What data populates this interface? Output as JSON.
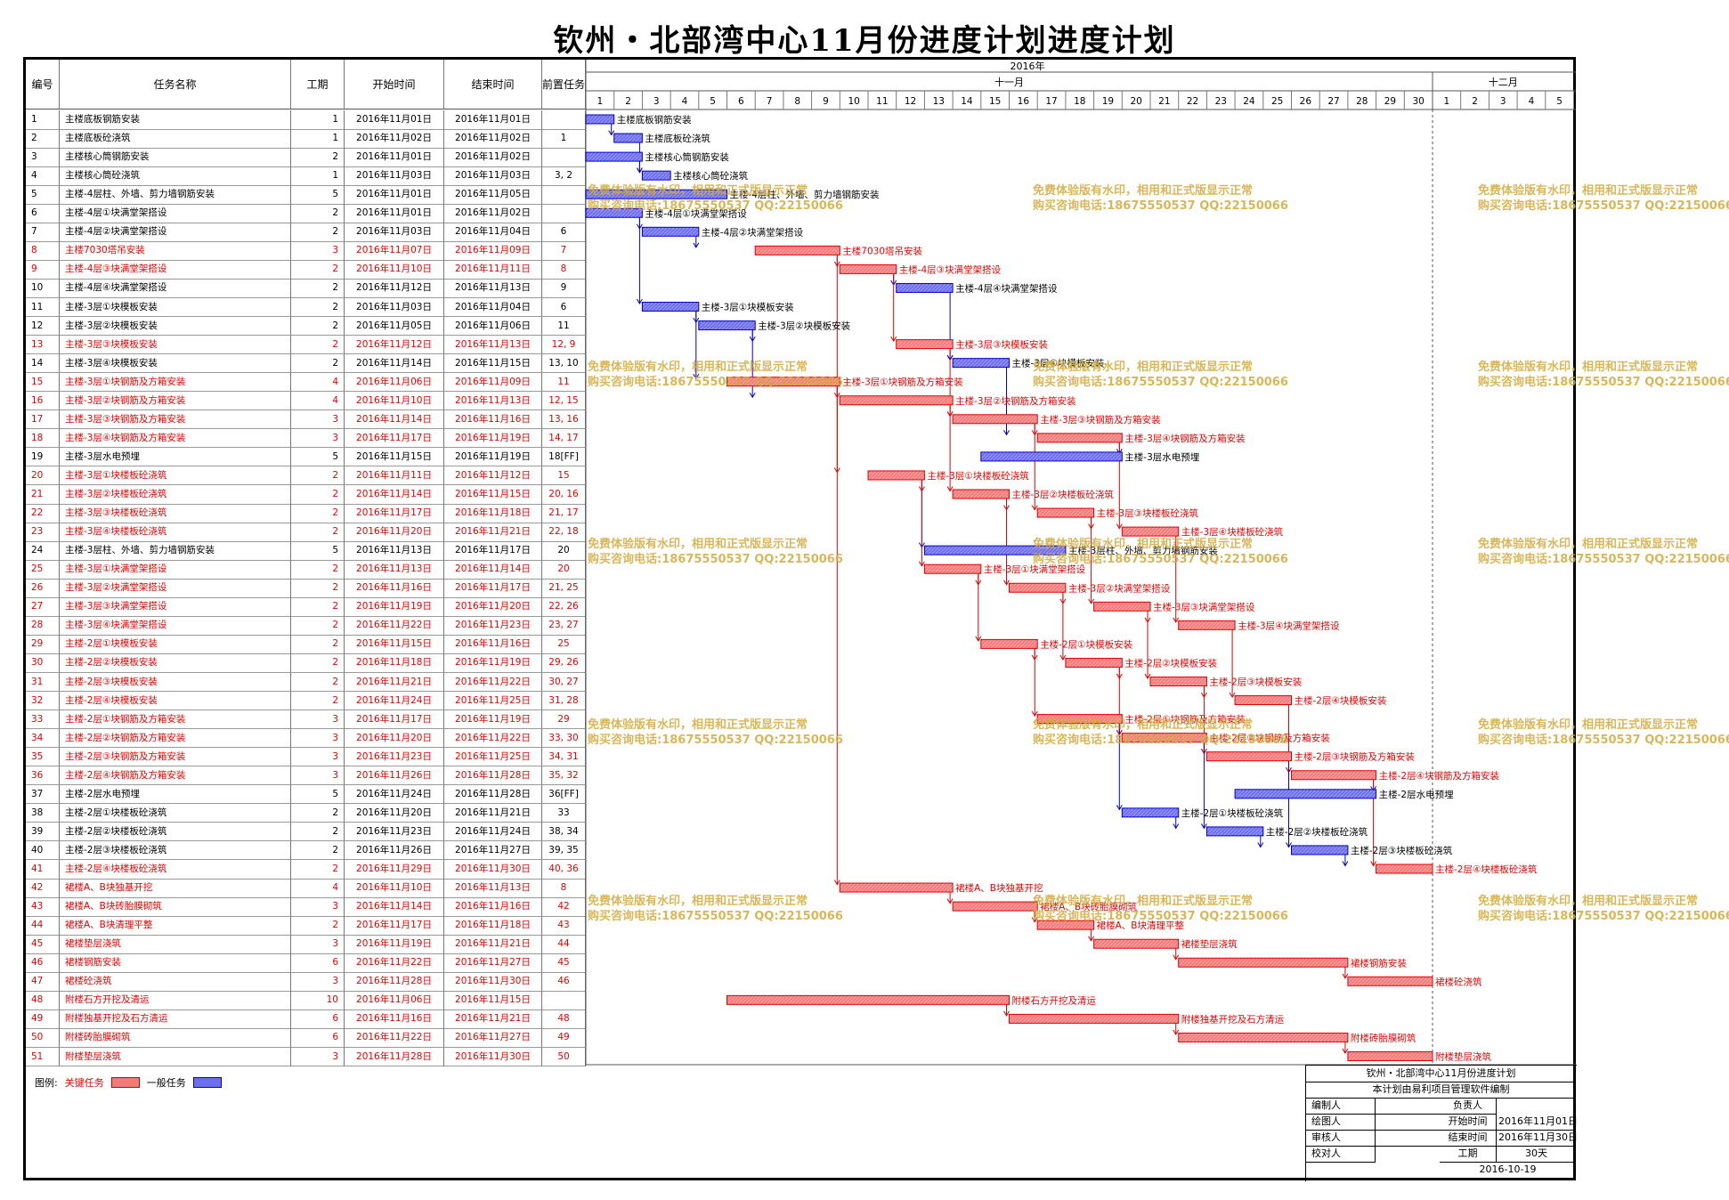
{
  "title": "钦州・北部湾中心11月份进度计划进度计划",
  "headers": {
    "id": "编号",
    "name": "任务名称",
    "dur": "工期",
    "start": "开始时间",
    "end": "结束时间",
    "pred": "前置任务"
  },
  "timeline": {
    "year": "2016年",
    "months": [
      {
        "label": "十一月",
        "days": 30
      },
      {
        "label": "十二月",
        "days": 5
      }
    ]
  },
  "chart_data": {
    "type": "gantt",
    "title": "钦州・北部湾中心11月份进度计划进度计划",
    "x_range": [
      "2016-11-01",
      "2016-12-05"
    ],
    "tasks": [
      {
        "id": "1",
        "name": "主楼底板钢筋安装",
        "dur": 1,
        "start": "2016年11月01日",
        "end": "2016年11月01日",
        "pred": "",
        "critical": false,
        "s": 1,
        "e": 1
      },
      {
        "id": "2",
        "name": "主楼底板砼浇筑",
        "dur": 1,
        "start": "2016年11月02日",
        "end": "2016年11月02日",
        "pred": "1",
        "critical": false,
        "s": 2,
        "e": 2
      },
      {
        "id": "3",
        "name": "主楼核心筒钢筋安装",
        "dur": 2,
        "start": "2016年11月01日",
        "end": "2016年11月02日",
        "pred": "",
        "critical": false,
        "s": 1,
        "e": 2
      },
      {
        "id": "4",
        "name": "主楼核心筒砼浇筑",
        "dur": 1,
        "start": "2016年11月03日",
        "end": "2016年11月03日",
        "pred": "3, 2",
        "critical": false,
        "s": 3,
        "e": 3
      },
      {
        "id": "5",
        "name": "主楼-4层柱、外墙、剪力墙钢筋安装",
        "dur": 5,
        "start": "2016年11月01日",
        "end": "2016年11月05日",
        "pred": "",
        "critical": false,
        "s": 1,
        "e": 5
      },
      {
        "id": "6",
        "name": "主楼-4层①块满堂架搭设",
        "dur": 2,
        "start": "2016年11月01日",
        "end": "2016年11月02日",
        "pred": "",
        "critical": false,
        "s": 1,
        "e": 2
      },
      {
        "id": "7",
        "name": "主楼-4层②块满堂架搭设",
        "dur": 2,
        "start": "2016年11月03日",
        "end": "2016年11月04日",
        "pred": "6",
        "critical": false,
        "s": 3,
        "e": 4
      },
      {
        "id": "8",
        "name": "主楼7030塔吊安装",
        "dur": 3,
        "start": "2016年11月07日",
        "end": "2016年11月09日",
        "pred": "7",
        "critical": true,
        "s": 7,
        "e": 9
      },
      {
        "id": "9",
        "name": "主楼-4层③块满堂架搭设",
        "dur": 2,
        "start": "2016年11月10日",
        "end": "2016年11月11日",
        "pred": "8",
        "critical": true,
        "s": 10,
        "e": 11
      },
      {
        "id": "10",
        "name": "主楼-4层④块满堂架搭设",
        "dur": 2,
        "start": "2016年11月12日",
        "end": "2016年11月13日",
        "pred": "9",
        "critical": false,
        "s": 12,
        "e": 13
      },
      {
        "id": "11",
        "name": "主楼-3层①块模板安装",
        "dur": 2,
        "start": "2016年11月03日",
        "end": "2016年11月04日",
        "pred": "6",
        "critical": false,
        "s": 3,
        "e": 4
      },
      {
        "id": "12",
        "name": "主楼-3层②块模板安装",
        "dur": 2,
        "start": "2016年11月05日",
        "end": "2016年11月06日",
        "pred": "11",
        "critical": false,
        "s": 5,
        "e": 6
      },
      {
        "id": "13",
        "name": "主楼-3层③块模板安装",
        "dur": 2,
        "start": "2016年11月12日",
        "end": "2016年11月13日",
        "pred": "12, 9",
        "critical": true,
        "s": 12,
        "e": 13
      },
      {
        "id": "14",
        "name": "主楼-3层④块模板安装",
        "dur": 2,
        "start": "2016年11月14日",
        "end": "2016年11月15日",
        "pred": "13, 10",
        "critical": false,
        "s": 14,
        "e": 15
      },
      {
        "id": "15",
        "name": "主楼-3层①块钢筋及方箱安装",
        "dur": 4,
        "start": "2016年11月06日",
        "end": "2016年11月09日",
        "pred": "11",
        "critical": true,
        "s": 6,
        "e": 9
      },
      {
        "id": "16",
        "name": "主楼-3层②块钢筋及方箱安装",
        "dur": 4,
        "start": "2016年11月10日",
        "end": "2016年11月13日",
        "pred": "12, 15",
        "critical": true,
        "s": 10,
        "e": 13
      },
      {
        "id": "17",
        "name": "主楼-3层③块钢筋及方箱安装",
        "dur": 3,
        "start": "2016年11月14日",
        "end": "2016年11月16日",
        "pred": "13, 16",
        "critical": true,
        "s": 14,
        "e": 16
      },
      {
        "id": "18",
        "name": "主楼-3层④块钢筋及方箱安装",
        "dur": 3,
        "start": "2016年11月17日",
        "end": "2016年11月19日",
        "pred": "14, 17",
        "critical": true,
        "s": 17,
        "e": 19
      },
      {
        "id": "19",
        "name": "主楼-3层水电预埋",
        "dur": 5,
        "start": "2016年11月15日",
        "end": "2016年11月19日",
        "pred": "18[FF]",
        "critical": false,
        "s": 15,
        "e": 19
      },
      {
        "id": "20",
        "name": "主楼-3层①块楼板砼浇筑",
        "dur": 2,
        "start": "2016年11月11日",
        "end": "2016年11月12日",
        "pred": "15",
        "critical": true,
        "s": 11,
        "e": 12
      },
      {
        "id": "21",
        "name": "主楼-3层②块楼板砼浇筑",
        "dur": 2,
        "start": "2016年11月14日",
        "end": "2016年11月15日",
        "pred": "20, 16",
        "critical": true,
        "s": 14,
        "e": 15
      },
      {
        "id": "22",
        "name": "主楼-3层③块楼板砼浇筑",
        "dur": 2,
        "start": "2016年11月17日",
        "end": "2016年11月18日",
        "pred": "21, 17",
        "critical": true,
        "s": 17,
        "e": 18
      },
      {
        "id": "23",
        "name": "主楼-3层④块楼板砼浇筑",
        "dur": 2,
        "start": "2016年11月20日",
        "end": "2016年11月21日",
        "pred": "22, 18",
        "critical": true,
        "s": 20,
        "e": 21
      },
      {
        "id": "24",
        "name": "主楼-3层柱、外墙、剪力墙钢筋安装",
        "dur": 5,
        "start": "2016年11月13日",
        "end": "2016年11月17日",
        "pred": "20",
        "critical": false,
        "s": 13,
        "e": 17
      },
      {
        "id": "25",
        "name": "主楼-3层①块满堂架搭设",
        "dur": 2,
        "start": "2016年11月13日",
        "end": "2016年11月14日",
        "pred": "20",
        "critical": true,
        "s": 13,
        "e": 14
      },
      {
        "id": "26",
        "name": "主楼-3层②块满堂架搭设",
        "dur": 2,
        "start": "2016年11月16日",
        "end": "2016年11月17日",
        "pred": "21, 25",
        "critical": true,
        "s": 16,
        "e": 17
      },
      {
        "id": "27",
        "name": "主楼-3层③块满堂架搭设",
        "dur": 2,
        "start": "2016年11月19日",
        "end": "2016年11月20日",
        "pred": "22, 26",
        "critical": true,
        "s": 19,
        "e": 20
      },
      {
        "id": "28",
        "name": "主楼-3层④块满堂架搭设",
        "dur": 2,
        "start": "2016年11月22日",
        "end": "2016年11月23日",
        "pred": "23, 27",
        "critical": true,
        "s": 22,
        "e": 23
      },
      {
        "id": "29",
        "name": "主楼-2层①块模板安装",
        "dur": 2,
        "start": "2016年11月15日",
        "end": "2016年11月16日",
        "pred": "25",
        "critical": true,
        "s": 15,
        "e": 16
      },
      {
        "id": "30",
        "name": "主楼-2层②块模板安装",
        "dur": 2,
        "start": "2016年11月18日",
        "end": "2016年11月19日",
        "pred": "29, 26",
        "critical": true,
        "s": 18,
        "e": 19
      },
      {
        "id": "31",
        "name": "主楼-2层③块模板安装",
        "dur": 2,
        "start": "2016年11月21日",
        "end": "2016年11月22日",
        "pred": "30, 27",
        "critical": true,
        "s": 21,
        "e": 22
      },
      {
        "id": "32",
        "name": "主楼-2层④块模板安装",
        "dur": 2,
        "start": "2016年11月24日",
        "end": "2016年11月25日",
        "pred": "31, 28",
        "critical": true,
        "s": 24,
        "e": 25
      },
      {
        "id": "33",
        "name": "主楼-2层①块钢筋及方箱安装",
        "dur": 3,
        "start": "2016年11月17日",
        "end": "2016年11月19日",
        "pred": "29",
        "critical": true,
        "s": 17,
        "e": 19
      },
      {
        "id": "34",
        "name": "主楼-2层②块钢筋及方箱安装",
        "dur": 3,
        "start": "2016年11月20日",
        "end": "2016年11月22日",
        "pred": "33, 30",
        "critical": true,
        "s": 20,
        "e": 22
      },
      {
        "id": "35",
        "name": "主楼-2层③块钢筋及方箱安装",
        "dur": 3,
        "start": "2016年11月23日",
        "end": "2016年11月25日",
        "pred": "34, 31",
        "critical": true,
        "s": 23,
        "e": 25
      },
      {
        "id": "36",
        "name": "主楼-2层④块钢筋及方箱安装",
        "dur": 3,
        "start": "2016年11月26日",
        "end": "2016年11月28日",
        "pred": "35, 32",
        "critical": true,
        "s": 26,
        "e": 28
      },
      {
        "id": "37",
        "name": "主楼-2层水电预埋",
        "dur": 5,
        "start": "2016年11月24日",
        "end": "2016年11月28日",
        "pred": "36[FF]",
        "critical": false,
        "s": 24,
        "e": 28
      },
      {
        "id": "38",
        "name": "主楼-2层①块楼板砼浇筑",
        "dur": 2,
        "start": "2016年11月20日",
        "end": "2016年11月21日",
        "pred": "33",
        "critical": false,
        "s": 20,
        "e": 21
      },
      {
        "id": "39",
        "name": "主楼-2层②块楼板砼浇筑",
        "dur": 2,
        "start": "2016年11月23日",
        "end": "2016年11月24日",
        "pred": "38, 34",
        "critical": false,
        "s": 23,
        "e": 24
      },
      {
        "id": "40",
        "name": "主楼-2层③块楼板砼浇筑",
        "dur": 2,
        "start": "2016年11月26日",
        "end": "2016年11月27日",
        "pred": "39, 35",
        "critical": false,
        "s": 26,
        "e": 27
      },
      {
        "id": "41",
        "name": "主楼-2层④块楼板砼浇筑",
        "dur": 2,
        "start": "2016年11月29日",
        "end": "2016年11月30日",
        "pred": "40, 36",
        "critical": true,
        "s": 29,
        "e": 30
      },
      {
        "id": "42",
        "name": "裙楼A、B块独基开挖",
        "dur": 4,
        "start": "2016年11月10日",
        "end": "2016年11月13日",
        "pred": "8",
        "critical": true,
        "s": 10,
        "e": 13
      },
      {
        "id": "43",
        "name": "裙楼A、B块砖胎膜砌筑",
        "dur": 3,
        "start": "2016年11月14日",
        "end": "2016年11月16日",
        "pred": "42",
        "critical": true,
        "s": 14,
        "e": 16
      },
      {
        "id": "44",
        "name": "裙楼A、B块清理平整",
        "dur": 2,
        "start": "2016年11月17日",
        "end": "2016年11月18日",
        "pred": "43",
        "critical": true,
        "s": 17,
        "e": 18
      },
      {
        "id": "45",
        "name": "裙楼垫层浇筑",
        "dur": 3,
        "start": "2016年11月19日",
        "end": "2016年11月21日",
        "pred": "44",
        "critical": true,
        "s": 19,
        "e": 21
      },
      {
        "id": "46",
        "name": "裙楼钢筋安装",
        "dur": 6,
        "start": "2016年11月22日",
        "end": "2016年11月27日",
        "pred": "45",
        "critical": true,
        "s": 22,
        "e": 27
      },
      {
        "id": "47",
        "name": "裙楼砼浇筑",
        "dur": 3,
        "start": "2016年11月28日",
        "end": "2016年11月30日",
        "pred": "46",
        "critical": true,
        "s": 28,
        "e": 30
      },
      {
        "id": "48",
        "name": "附楼石方开挖及清运",
        "dur": 10,
        "start": "2016年11月06日",
        "end": "2016年11月15日",
        "pred": "",
        "critical": true,
        "s": 6,
        "e": 15
      },
      {
        "id": "49",
        "name": "附楼独基开挖及石方清运",
        "dur": 6,
        "start": "2016年11月16日",
        "end": "2016年11月21日",
        "pred": "48",
        "critical": true,
        "s": 16,
        "e": 21
      },
      {
        "id": "50",
        "name": "附楼砖胎膜砌筑",
        "dur": 6,
        "start": "2016年11月22日",
        "end": "2016年11月27日",
        "pred": "49",
        "critical": true,
        "s": 22,
        "e": 27
      },
      {
        "id": "51",
        "name": "附楼垫层浇筑",
        "dur": 3,
        "start": "2016年11月28日",
        "end": "2016年11月30日",
        "pred": "50",
        "critical": true,
        "s": 28,
        "e": 30
      }
    ]
  },
  "legend": {
    "label": "图例:",
    "critical": "关键任务",
    "normal": "一般任务"
  },
  "watermark": {
    "line1": "免费体验版有水印，相用和正式版显示正常",
    "line2": "购买咨询电话:18675550537 QQ:22150066"
  },
  "info": {
    "title": "钦州・北部湾中心11月份进度计划",
    "subtitle": "本计划由易利项目管理软件编制",
    "editor": "编制人",
    "manager": "负责人",
    "drafter": "绘图人",
    "start_label": "开始时间",
    "start_value": "2016年11月01日",
    "reviewer": "审核人",
    "end_label": "结束时间",
    "end_value": "2016年11月30日",
    "checker": "校对人",
    "dur_label": "工期",
    "dur_value": "30天",
    "date": "2016-10-19"
  },
  "colors": {
    "critical_fill": "#f47a7a",
    "critical_stroke": "#e00000",
    "normal_fill": "#6d6df0",
    "normal_stroke": "#0000cc"
  }
}
